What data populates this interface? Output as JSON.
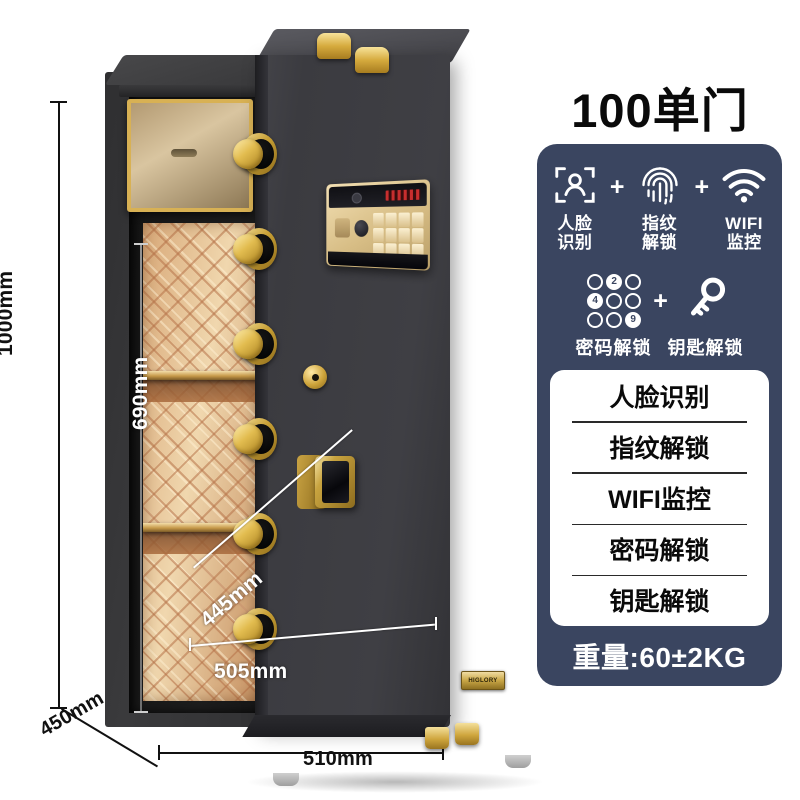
{
  "product": {
    "title": "100单门",
    "brand_plate": "HIGLORY"
  },
  "dimensions": {
    "overall_height": "1000mm",
    "interior_height": "690mm",
    "interior_width": "445mm",
    "body_width": "505mm",
    "overall_depth": "450mm",
    "overall_width": "510mm"
  },
  "feature_icons": {
    "row1": [
      {
        "icon": "face-recognition-icon",
        "label": "人脸\n识别",
        "line1": "人脸",
        "line2": "识别"
      },
      {
        "icon": "fingerprint-icon",
        "label": "指纹\n解锁",
        "line1": "指纹",
        "line2": "解锁"
      },
      {
        "icon": "wifi-icon",
        "label": "WIFI\n监控",
        "line1": "WIFI",
        "line2": "监控"
      }
    ],
    "plus": "+",
    "row2": [
      {
        "icon": "keypad-icon",
        "label": "密码解锁"
      },
      {
        "icon": "key-icon",
        "label": "钥匙解锁"
      }
    ],
    "keypad_digits": [
      "",
      "2",
      "",
      "4",
      "",
      "",
      "",
      "",
      "9"
    ]
  },
  "feature_list": [
    "人脸识别",
    "指纹解锁",
    "WIFI监控",
    "密码解锁",
    "钥匙解锁"
  ],
  "weight": "重量:60±2KG",
  "colors": {
    "panel_blue": "#3a4560",
    "gold": "#d6ab3e",
    "body_dark": "#3b3b40",
    "interior_gold": "#e8c79a",
    "text_black": "#0a0a0a",
    "card_white": "#ffffff"
  }
}
